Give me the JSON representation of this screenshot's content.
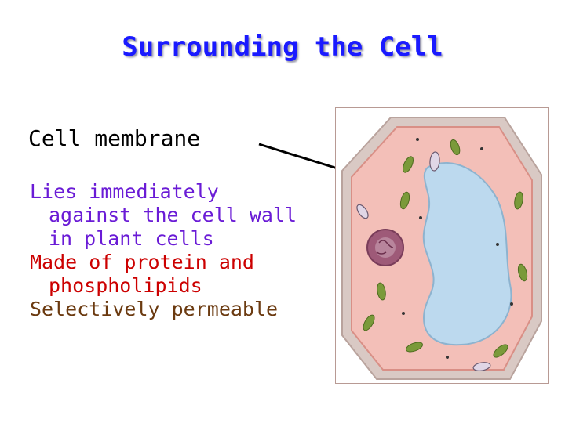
{
  "slide": {
    "title": "Surrounding the Cell",
    "label": "Cell membrane",
    "bullets": [
      {
        "lines": [
          "Lies immediately",
          "against the cell wall",
          "in plant cells"
        ],
        "color": "#6a1bd6"
      },
      {
        "lines": [
          "Made of protein and",
          "phospholipids"
        ],
        "color": "#cc0000"
      },
      {
        "lines": [
          "Selectively permeable"
        ],
        "color": "#6b3a10"
      }
    ]
  },
  "colors": {
    "title": "#1a1aff",
    "cell_wall": "#d9c9c4",
    "cytoplasm": "#f3bfb8",
    "vacuole": "#bcd9ee",
    "nucleus": "#9e5a78",
    "chloroplast": "#7a9a3a"
  }
}
